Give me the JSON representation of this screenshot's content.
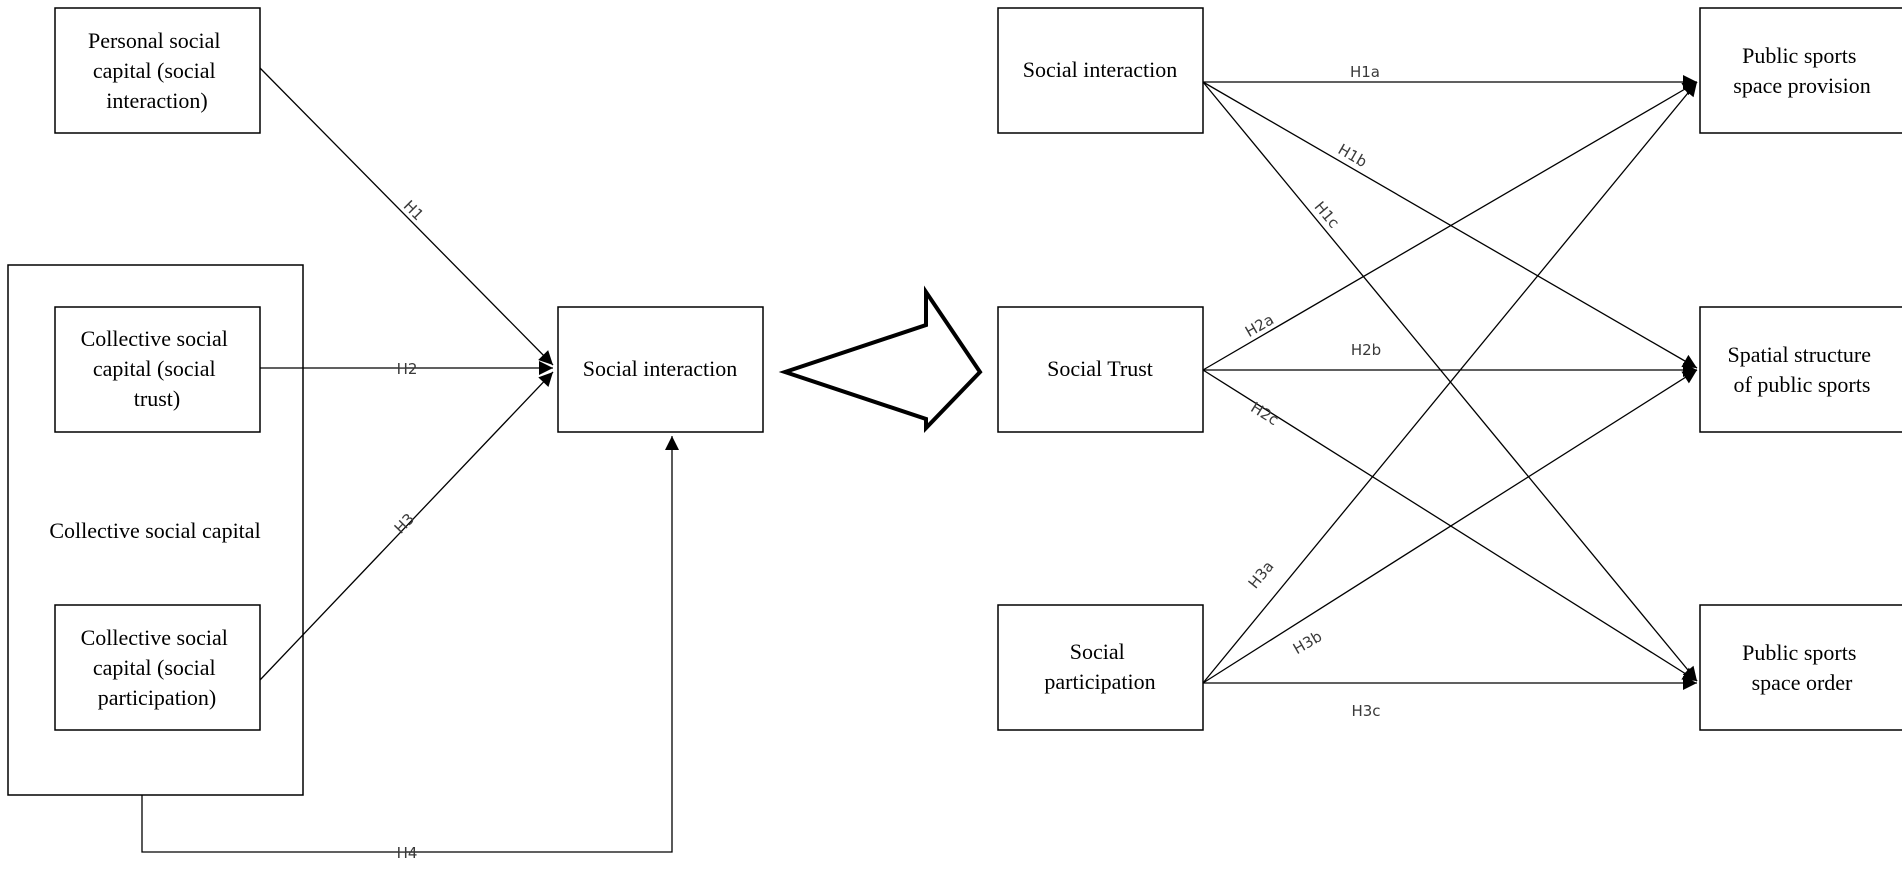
{
  "left_model": {
    "group_label": "Collective social capital",
    "nodes": {
      "personal": [
        "Personal social",
        "capital (social",
        "interaction)"
      ],
      "trust": [
        "Collective social",
        "capital (social",
        "trust)"
      ],
      "participation": [
        "Collective social",
        "capital (social",
        "participation)"
      ],
      "outcome": [
        "Social interaction"
      ]
    },
    "edges": [
      {
        "from": "personal",
        "to": "outcome",
        "label": "H1"
      },
      {
        "from": "trust",
        "to": "outcome",
        "label": "H2"
      },
      {
        "from": "participation",
        "to": "outcome",
        "label": "H3"
      },
      {
        "from": "group",
        "to": "outcome",
        "label": "H4"
      }
    ]
  },
  "right_model": {
    "nodes": {
      "social_interaction": [
        "Social interaction"
      ],
      "social_trust": [
        "Social Trust"
      ],
      "social_participation": [
        "Social",
        "participation"
      ],
      "provision": [
        "Public sports",
        "space provision"
      ],
      "structure": [
        "Spatial structure",
        "of public sports"
      ],
      "order": [
        "Public sports",
        "space order"
      ]
    },
    "edges": [
      {
        "from": "social_interaction",
        "to": "provision",
        "label": "H1a"
      },
      {
        "from": "social_interaction",
        "to": "structure",
        "label": "H1b"
      },
      {
        "from": "social_interaction",
        "to": "order",
        "label": "H1c"
      },
      {
        "from": "social_trust",
        "to": "provision",
        "label": "H2a"
      },
      {
        "from": "social_trust",
        "to": "structure",
        "label": "H2b"
      },
      {
        "from": "social_trust",
        "to": "order",
        "label": "H2c"
      },
      {
        "from": "social_participation",
        "to": "provision",
        "label": "H3a"
      },
      {
        "from": "social_participation",
        "to": "structure",
        "label": "H3b"
      },
      {
        "from": "social_participation",
        "to": "order",
        "label": "H3c"
      }
    ]
  }
}
